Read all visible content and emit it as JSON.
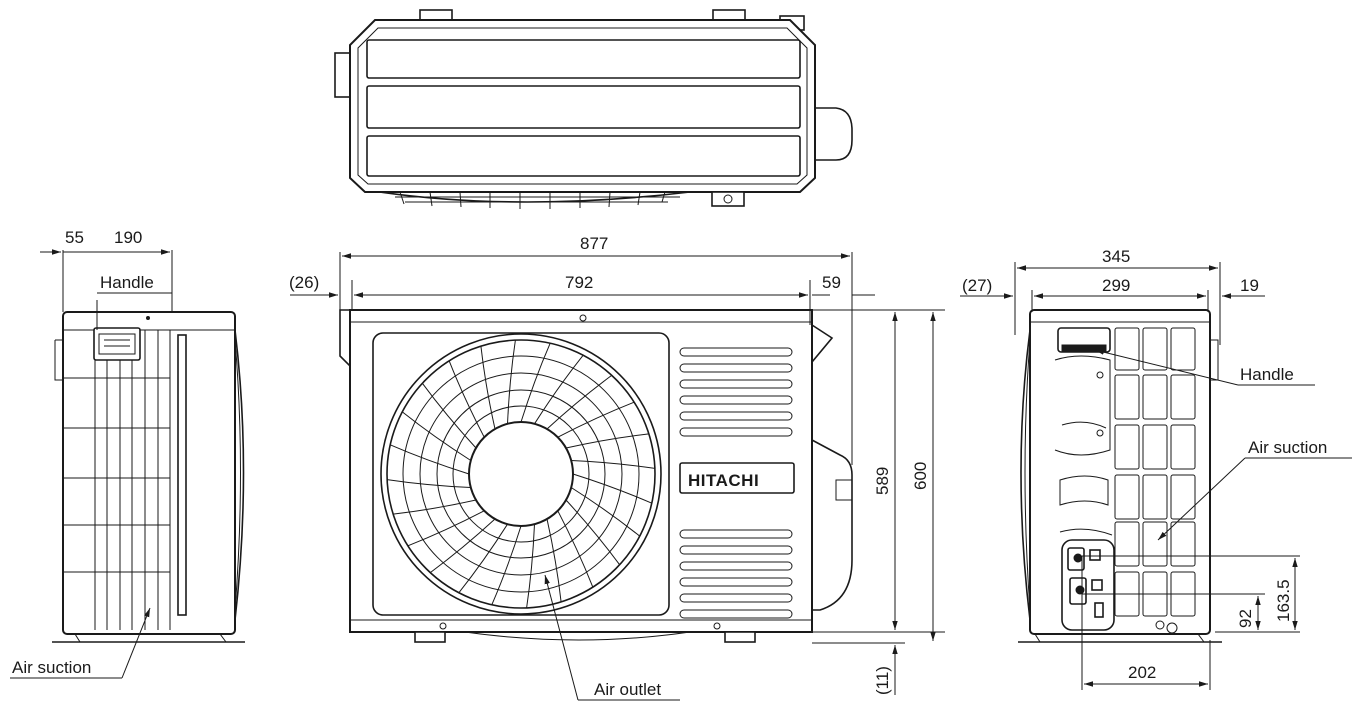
{
  "views": {
    "top": {},
    "left": {
      "dims": {
        "offset": "55",
        "width": "190"
      },
      "labels": {
        "handle": "Handle",
        "air_suction": "Air suction"
      }
    },
    "front": {
      "dims": {
        "overall_width": "877",
        "body_width": "792",
        "left_offset": "(26)",
        "right_offset": "59",
        "body_height": "589",
        "overall_height": "600",
        "foot_height": "(11)"
      },
      "labels": {
        "air_outlet": "Air outlet"
      },
      "brand": "HITACHI"
    },
    "right": {
      "dims": {
        "overall_depth": "345",
        "body_depth": "299",
        "left_offset": "(27)",
        "right_offset": "19",
        "pipe_span": "202",
        "pipe_low": "92",
        "pipe_high": "163.5"
      },
      "labels": {
        "handle": "Handle",
        "air_suction": "Air suction"
      }
    }
  }
}
